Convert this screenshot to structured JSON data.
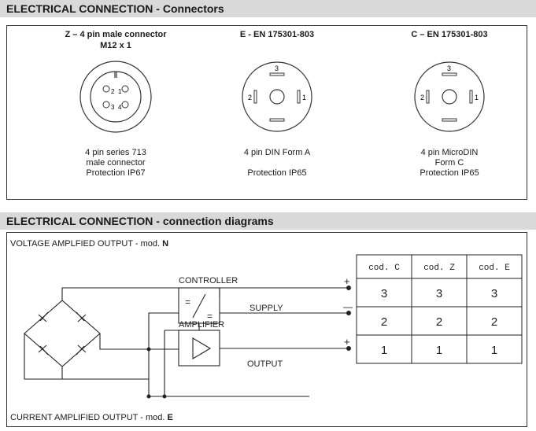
{
  "section1": {
    "title": "ELECTRICAL CONNECTION - Connectors",
    "connectors": [
      {
        "title_line1": "Z – 4 pin male connector",
        "title_line2": "M12 x 1",
        "desc": [
          "4 pin series 713",
          "male connector",
          "Protection IP67"
        ],
        "pins": [
          "2",
          "1",
          "3",
          "4"
        ]
      },
      {
        "title_line1": "E - EN 175301-803",
        "title_line2": "",
        "desc": [
          "4 pin DIN Form A",
          "",
          "Protection IP65"
        ],
        "pins": [
          "3",
          "2",
          "1"
        ]
      },
      {
        "title_line1": "C – EN 175301-803",
        "title_line2": "",
        "desc": [
          "4 pin MicroDIN",
          "Form C",
          "Protection IP65"
        ],
        "pins": [
          "3",
          "2",
          "1"
        ]
      }
    ]
  },
  "section2": {
    "title": "ELECTRICAL CONNECTION - connection diagrams",
    "voltage_label": "VOLTAGE AMPLFIED OUTPUT - mod. ",
    "voltage_mod": "N",
    "current_label": "CURRENT AMPLIFIED OUTPUT  - mod. ",
    "current_mod": "E",
    "controller": "CONTROLLER",
    "controller_symbol_top": "=",
    "controller_symbol_bottom": "=",
    "amplifier": "AMPLIFIER",
    "supply": "SUPPLY",
    "output": "OUTPUT",
    "plus": "+",
    "minus": "—",
    "table": {
      "headers": [
        "cod. C",
        "cod. Z",
        "cod. E"
      ],
      "rows": [
        [
          "3",
          "3",
          "3"
        ],
        [
          "2",
          "2",
          "2"
        ],
        [
          "1",
          "1",
          "1"
        ]
      ]
    }
  }
}
